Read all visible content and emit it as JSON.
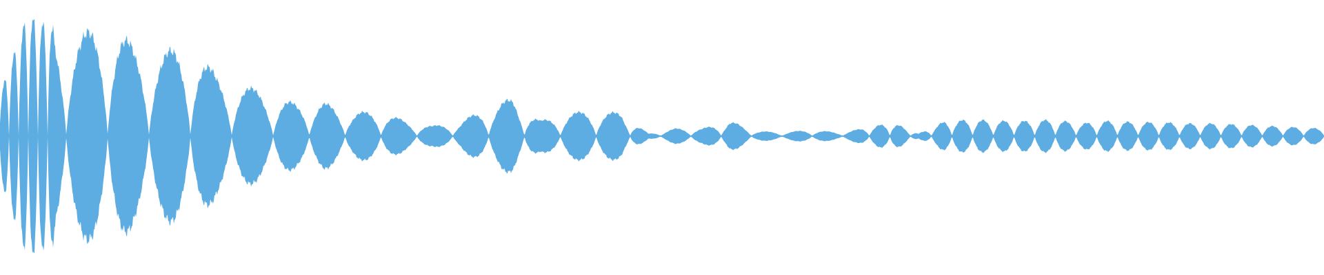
{
  "waveform": {
    "color": "#5dade2",
    "background": "#ffffff",
    "amplitude_envelope": [
      0.34,
      0.97,
      0.86,
      0.79,
      0.9,
      0.69,
      0.65,
      0.72,
      0.48,
      0.4,
      0.32,
      0.25,
      0.26,
      0.18,
      0.2,
      0.12,
      0.08,
      0.11,
      0.22,
      0.3,
      0.12,
      0.18,
      0.2,
      0.18,
      0.02,
      0.06,
      0.06,
      0.12,
      0.04,
      0.03,
      0.05,
      0.03,
      0.06,
      0.11,
      0.02,
      0.12,
      0.13,
      0.12,
      0.12,
      0.13,
      0.1,
      0.12,
      0.11,
      0.11,
      0.1,
      0.1,
      0.09,
      0.08,
      0.07,
      0.06
    ]
  }
}
